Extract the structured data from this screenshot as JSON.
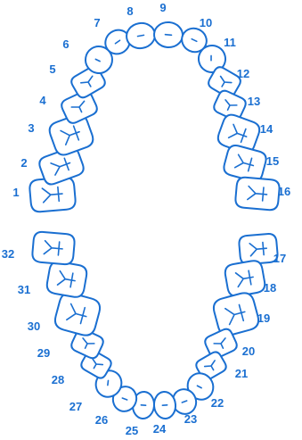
{
  "colors": {
    "accent": "#1a6fd1",
    "background": "#ffffff"
  },
  "teeth": [
    {
      "number": "1"
    },
    {
      "number": "2"
    },
    {
      "number": "3"
    },
    {
      "number": "4"
    },
    {
      "number": "5"
    },
    {
      "number": "6"
    },
    {
      "number": "7"
    },
    {
      "number": "8"
    },
    {
      "number": "9"
    },
    {
      "number": "10"
    },
    {
      "number": "11"
    },
    {
      "number": "12"
    },
    {
      "number": "13"
    },
    {
      "number": "14"
    },
    {
      "number": "15"
    },
    {
      "number": "16"
    },
    {
      "number": "17"
    },
    {
      "number": "18"
    },
    {
      "number": "19"
    },
    {
      "number": "20"
    },
    {
      "number": "21"
    },
    {
      "number": "22"
    },
    {
      "number": "23"
    },
    {
      "number": "24"
    },
    {
      "number": "25"
    },
    {
      "number": "26"
    },
    {
      "number": "27"
    },
    {
      "number": "28"
    },
    {
      "number": "29"
    },
    {
      "number": "30"
    },
    {
      "number": "31"
    },
    {
      "number": "32"
    }
  ]
}
